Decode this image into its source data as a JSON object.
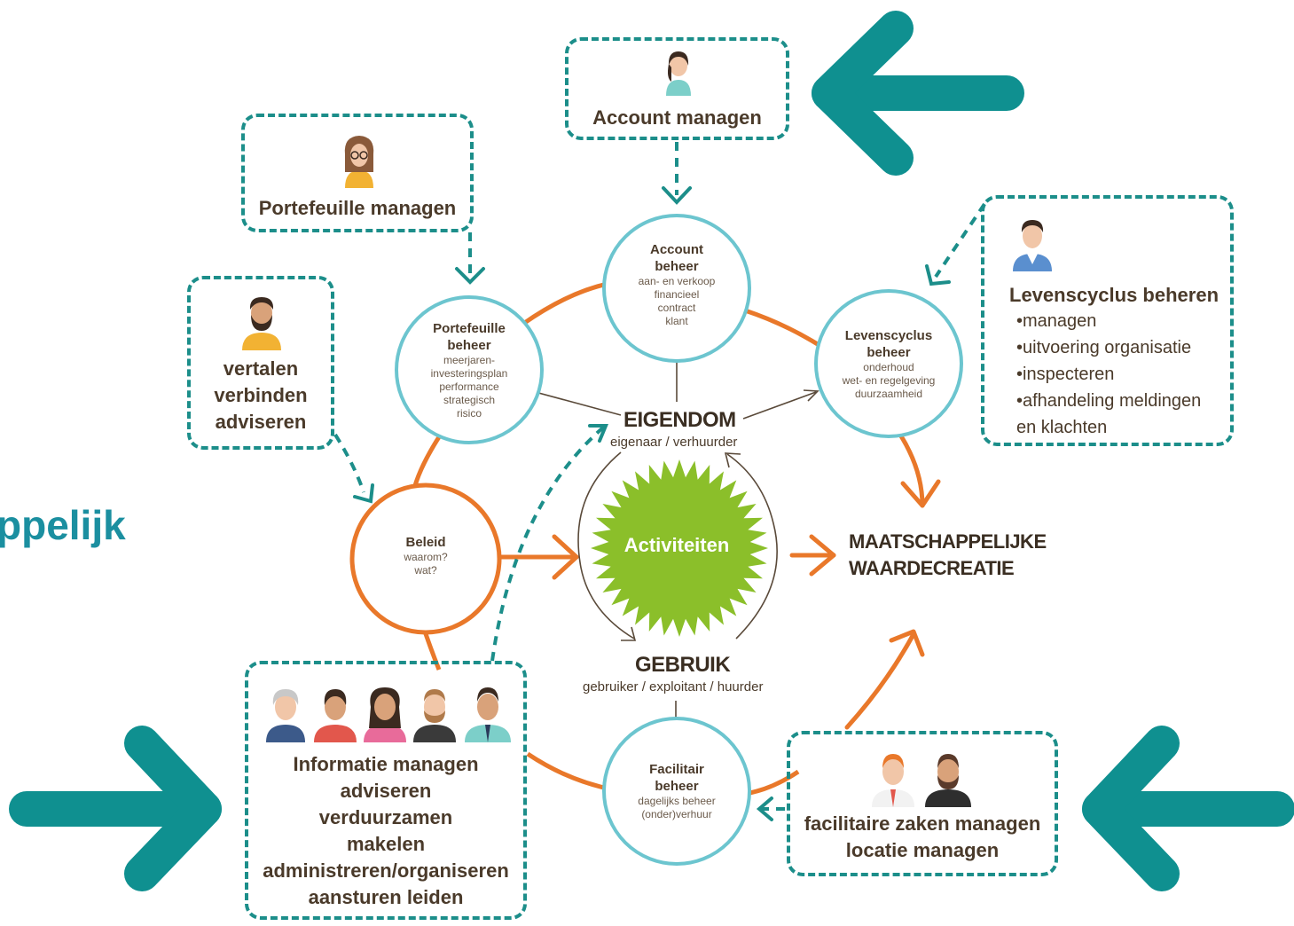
{
  "colors": {
    "teal": "#1c8e8a",
    "orange": "#e9782a",
    "green": "#8bbf2a",
    "circle_stroke": "#6cc5cf",
    "text_dark": "#4a3a2a",
    "cut_text": "#1b8fa0"
  },
  "cut_text": "ppelijk",
  "boxes": {
    "account": {
      "title": "Account managen",
      "icon": "woman-avatar-icon"
    },
    "portefeuille": {
      "title": "Portefeuille managen",
      "icon": "woman-glasses-avatar-icon"
    },
    "vertalen": {
      "lines": [
        "vertalen",
        "verbinden",
        "adviseren"
      ],
      "icon": "bearded-man-avatar-icon"
    },
    "levenscyclus": {
      "title": "Levenscyclus beheren",
      "items": [
        "•managen",
        "•uitvoering organisatie",
        "•inspecteren",
        "•afhandeling meldingen",
        "en klachten"
      ],
      "icon": "man-avatar-icon"
    },
    "informatie": {
      "lines": [
        "Informatie managen",
        "adviseren",
        "verduurzamen",
        "makelen",
        "administreren/organiseren",
        "aansturen leiden"
      ],
      "icon": "group-of-five-avatars-icon"
    },
    "facilitaire": {
      "lines": [
        "facilitaire zaken managen",
        "locatie managen"
      ],
      "icon": "two-men-avatars-icon"
    }
  },
  "circles": {
    "account": {
      "title": [
        "Account",
        "beheer"
      ],
      "lines": [
        "aan- en verkoop",
        "financieel",
        "contract",
        "klant"
      ]
    },
    "portefeuille": {
      "title": [
        "Portefeuille",
        "beheer"
      ],
      "lines": [
        "meerjaren-",
        "investeringsplan",
        "performance",
        "strategisch",
        "risico"
      ]
    },
    "levenscyclus": {
      "title": [
        "Levenscyclus",
        "beheer"
      ],
      "lines": [
        "onderhoud",
        "wet- en regelgeving",
        "duurzaamheid"
      ]
    },
    "beleid": {
      "title": [
        "Beleid"
      ],
      "lines": [
        "waarom?",
        "wat?"
      ]
    },
    "facilitair": {
      "title": [
        "Facilitair",
        "beheer"
      ],
      "lines": [
        "dagelijks beheer",
        "(onder)verhuur"
      ]
    }
  },
  "center": {
    "activity": "Activiteiten",
    "eigendom": "EIGENDOM",
    "eigendom_sub": "eigenaar / verhuurder",
    "gebruik": "GEBRUIK",
    "gebruik_sub": "gebruiker / exploitant / huurder"
  },
  "outcome": {
    "line1": "MAATSCHAPPELIJKE",
    "line2": "WAARDECREATIE"
  }
}
